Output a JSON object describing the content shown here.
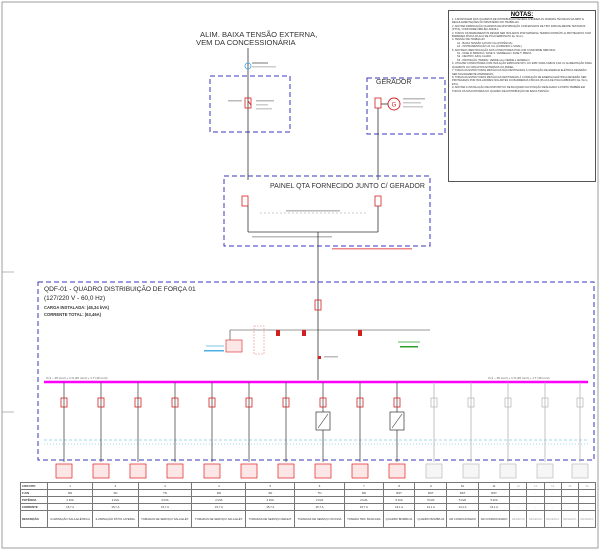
{
  "titles": {
    "supply": "ALIM. BAIXA TENSÃO EXTERNA,",
    "supply2": "VEM DA CONCESSIONÁRIA",
    "generator": "GERADOR",
    "qta": "PAINEL QTA FORNECIDO JUNTO C/ GERADOR",
    "qdf_title": "QDF-01 - QUADRO DISTRIBUIÇÃO DE FORÇA 01",
    "qdf_voltage": "(127/220 V - 60,0 Hz)",
    "qdf_load": "CARGA INSTALADA: (45,34 kVA)",
    "qdf_current": "CORRENTE TOTAL: (63,46A)",
    "generator_symbol": "G"
  },
  "notes": {
    "title": "NOTAS:",
    "lines": [
      "1. A MONTAGEM DOS QUADROS DE DISTRIBUIÇÃO DEVERÁ ATENDER AS NORMAS TÉCNICAS DA ABNT E REGULAMENTAÇÕES DO MINISTÉRIO DO TRABALHO.",
      "2. ADOTAR FABRICAÇÃO QUADROS DE DISTRIBUIÇÃO COM ENSAIOS DE TIPO PARCIALMENTE TESTADOS (PTTA), CONFORME NBR-IEC-60439-1.",
      "3. TODOS OS BARRAMENTOS DEVEM SER ISOLADOS POR MATERIAL TERMOCONTRÁTIL E PROTEGIDOS COM BARREIRA FÍSICA (PLACA DE POLICARBONATO 3a. 5mm).",
      "4. TENSÃO DE TRABALHO:",
      "A1 - BAIXA TENSÃO 127/220 Vca (POTÊNCIA).",
      "A2 - INSTRUMENTAÇÃO 24 Vcc (COMANDO e SINAL).",
      "5. ADOTADO IDENTIFICAÇÃO DOS CONDUTORES POR COR CONFORME NBR-5410:",
      "S1 - FASE R: BRANCA / FASE S: VERMELHA / FASE T: PRETA.",
      "S2 - NEUTRO: AZUL CLARO.",
      "S3 - PROTEÇÃO (TERRA): VERDE e/ou VERDE e AMARELO.",
      "6. UTILIZAR CONDUTORES COM ISOLAÇÃO EPR/XLPE 90°C OU 'EPR' PARA CABOS 0,6/1 kV ALIMENTAÇÃO PARA QUADROS OU CIRCUITOS EXTERNOS AO PAINEL.",
      "7. TODAS AS ESTRUTURAS METÁLICAS NÃO DESTINADAS À CONDUÇÃO DE ENERGIA ELÉTRICA DEVERÃO SER SOLIDAMENTE ATERRADAS.",
      "8. TODAS AS ESTRUTURAS METÁLICAS DESTINADAS À CONDUÇÃO DE ENERGIA ELÉTRICA DEVERÃO SER PROTEGIDAS POR ISOLADORES ISOLANTES OU BARREIRAS FÍSICAS (PLACA DE POLICARBONATO 3a. 5mm, ETC).",
      "9. ADOTAR A INSTALAÇÃO DE DISPOSITIVO DE BLOQUEIO NA POSIÇÃO DESLIGADO A PORTA TAMBÉM EM TODOS OS DISJUNTORES DO QUADRO DE DISTRIBUIÇÃO DE BAIXA TENSÃO."
    ]
  },
  "busbars": {
    "left": "3 (1 ~ 25 mm²) + 1 N (25 mm²) + 1 T (16 mm²)",
    "right": "3 (1 ~ 25 mm²) + 1 N (25 mm²) + 1 T (16 mm²)"
  },
  "colors": {
    "busbar": "#ff00ff",
    "dashed_box": "#3a3ab8",
    "breaker": "#d21f1f",
    "load_box": "#e21e1e",
    "wire": "#333333",
    "neutral": "#4fb0e6",
    "ground": "#2ca02c"
  },
  "table": {
    "headers": [
      "CIRCUITO",
      "F-F/N",
      "POTÊNCIA",
      "CORRENTE",
      "DESCRIÇÃO"
    ],
    "circuits": [
      {
        "id": "1",
        "phase": "RN",
        "power": "2 kVA",
        "current": "15,7 A",
        "desc": "ILUMINAÇÃO SALA ELÉTRICA"
      },
      {
        "id": "2",
        "phase": "SN",
        "power": "2 kVA",
        "current": "15,7 A",
        "desc": "ILUMINAÇÃO PÁTIO LATERAL"
      },
      {
        "id": "3",
        "phase": "TN",
        "power": "2 kVA",
        "current": "15,7 A",
        "desc": "TOMADAS DE SERVIÇO SALA ELÉT."
      },
      {
        "id": "4",
        "phase": "RN",
        "power": "2 kVA",
        "current": "15,7 A",
        "desc": "TOMADAS DE SERVIÇO SALA ELÉT."
      },
      {
        "id": "5",
        "phase": "SN",
        "power": "2 kVA",
        "current": "15,7 A",
        "desc": "TOMADAS DE SERVIÇO REFEIT."
      },
      {
        "id": "6",
        "phase": "TN",
        "power": "2 kVA",
        "current": "15,7 A",
        "desc": "TOMADAS DE SERVIÇO OFICINA"
      },
      {
        "id": "7",
        "phase": "RN",
        "power": "2 kVA",
        "current": "15,7 A",
        "desc": "TOMADA TRIF. BANCADA"
      },
      {
        "id": "8",
        "phase": "RST",
        "power": "5 kVA",
        "current": "13,1 A",
        "desc": "QUADRO BOMBA 01"
      },
      {
        "id": "9",
        "phase": "RST",
        "power": "5 kVA",
        "current": "13,1 A",
        "desc": "QUADRO BOMBA 02"
      },
      {
        "id": "10",
        "phase": "RST",
        "power": "5 kVA",
        "current": "13,1 A",
        "desc": "AR CONDICIONADO"
      },
      {
        "id": "11",
        "phase": "RST",
        "power": "5 kVA",
        "current": "13,1 A",
        "desc": "AR CONDICIONADO"
      },
      {
        "id": "12",
        "phase": "-",
        "power": "-",
        "current": "-",
        "desc": "RESERVA"
      },
      {
        "id": "13",
        "phase": "-",
        "power": "-",
        "current": "-",
        "desc": "RESERVA"
      },
      {
        "id": "14",
        "phase": "-",
        "power": "-",
        "current": "-",
        "desc": "RESERVA"
      },
      {
        "id": "15",
        "phase": "-",
        "power": "-",
        "current": "-",
        "desc": "RESERVA"
      },
      {
        "id": "16",
        "phase": "-",
        "power": "-",
        "current": "-",
        "desc": "RESERVA"
      }
    ]
  }
}
